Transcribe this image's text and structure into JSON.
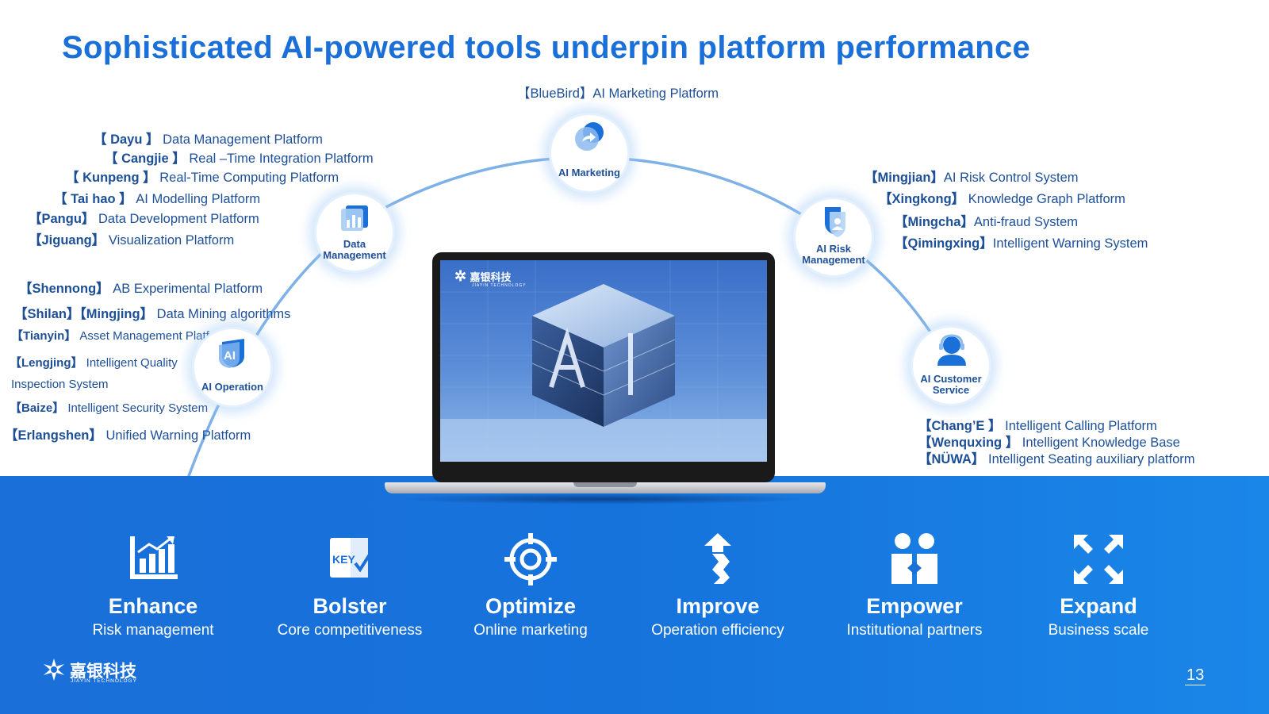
{
  "title": "Sophisticated AI-powered tools underpin platform performance",
  "colors": {
    "title": "#1a6fd8",
    "label": "#1d4f97",
    "band": "#1a6fd8",
    "arc": "#6fa8e6"
  },
  "top_label": "【BlueBird】AI Marketing Platform",
  "nodes": {
    "ai_marketing": "AI Marketing",
    "data_management": [
      "Data",
      "Management"
    ],
    "ai_risk": [
      "AI Risk",
      "Management"
    ],
    "ai_operation": "AI Operation",
    "ai_customer": [
      "AI Customer",
      "Service"
    ]
  },
  "data_mgmt_items": [
    {
      "tag": "【 Dayu 】",
      "text": "Data Management Platform"
    },
    {
      "tag": "【 Cangjie 】",
      "text": "Real –Time Integration Platform"
    },
    {
      "tag": "【 Kunpeng 】",
      "text": "Real-Time Computing Platform"
    },
    {
      "tag": "【 Tai hao 】",
      "text": "AI Modelling Platform"
    },
    {
      "tag": "【Pangu】",
      "text": "Data Development Platform"
    },
    {
      "tag": "【Jiguang】",
      "text": "Visualization Platform"
    }
  ],
  "ai_operation_items": [
    {
      "tag": "【Shennong】",
      "text": "AB Experimental Platform"
    },
    {
      "tag": "【Shilan】【Mingjing】",
      "text": "Data Mining algorithms"
    },
    {
      "tag": "【Tianyin】",
      "text": "Asset Management Platform"
    },
    {
      "tag": "【Lengjing】",
      "text": "Intelligent Quality"
    },
    {
      "tag": "",
      "text": "Inspection System"
    },
    {
      "tag": "【Baize】",
      "text": "Intelligent Security System"
    },
    {
      "tag": "【Erlangshen】",
      "text": "Unified Warning Platform"
    }
  ],
  "ai_risk_items": [
    {
      "tag": "【Mingjian】",
      "text": "AI Risk Control System"
    },
    {
      "tag": "【Xingkong】",
      "text": "Knowledge Graph Platform"
    },
    {
      "tag": "【Mingcha】",
      "text": "Anti-fraud System"
    },
    {
      "tag": "【Qimingxing】",
      "text": "Intelligent Warning System"
    }
  ],
  "customer_items": [
    {
      "tag": "【Chang’E 】",
      "text": "Intelligent Calling Platform"
    },
    {
      "tag": "【Wenquxing 】",
      "text": "Intelligent Knowledge Base"
    },
    {
      "tag": "【NÜWA】",
      "text": "Intelligent Seating auxiliary platform"
    }
  ],
  "screen": {
    "logo_text": "嘉银科技",
    "logo_sub": "JIAYIN TECHNOLOGY"
  },
  "features": [
    {
      "icon": "bar-chart-up-icon",
      "head": "Enhance",
      "sub": "Risk management"
    },
    {
      "icon": "key-check-icon",
      "head": "Bolster",
      "sub": "Core competitiveness"
    },
    {
      "icon": "target-icon",
      "head": "Optimize",
      "sub": "Online marketing"
    },
    {
      "icon": "up-arrows-icon",
      "head": "Improve",
      "sub": "Operation efficiency"
    },
    {
      "icon": "people-icon",
      "head": "Empower",
      "sub": "Institutional partners"
    },
    {
      "icon": "expand-arrows-icon",
      "head": "Expand",
      "sub": "Business scale"
    }
  ],
  "brand": {
    "name": "嘉银科技",
    "sub": "JIAYIN TECHNOLOGY"
  },
  "page_number": "13"
}
